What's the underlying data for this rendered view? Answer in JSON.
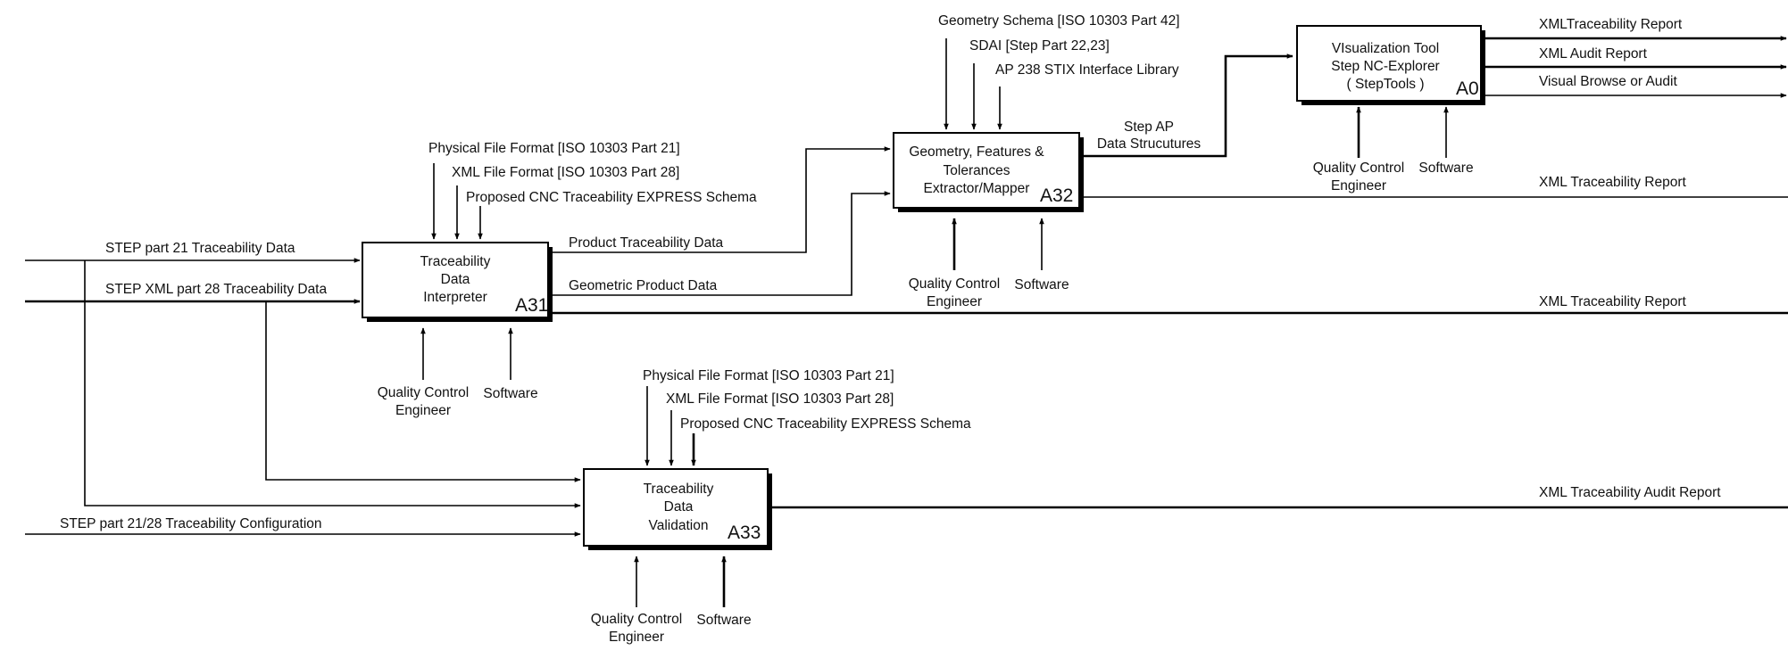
{
  "boxes": {
    "a31": {
      "lines": [
        "Traceability",
        "Data",
        "Interpreter"
      ],
      "code": "A31"
    },
    "a32": {
      "lines": [
        "Geometry, Features &",
        "Tolerances",
        "Extractor/Mapper"
      ],
      "code": "A32"
    },
    "a0": {
      "lines": [
        "VIsualization Tool",
        "Step NC-Explorer",
        "( StepTools )"
      ],
      "code": "A0"
    },
    "a33": {
      "lines": [
        "Traceability",
        "Data",
        "Validation"
      ],
      "code": "A33"
    }
  },
  "inputs": {
    "step21": "STEP  part 21 Traceability Data",
    "stepxml28": "STEP XML part 28 Traceability Data",
    "config": "STEP part 21/28 Traceability Configuration"
  },
  "controls_a31": [
    "Physical File Format [ISO 10303 Part 21]",
    "XML File Format [ISO 10303 Part 28]",
    "Proposed CNC Traceability EXPRESS Schema"
  ],
  "controls_a32": [
    "Geometry Schema [ISO 10303 Part 42]",
    "SDAI [Step Part 22,23]",
    "AP 238 STIX Interface Library"
  ],
  "controls_a33": [
    "Physical File Format [ISO 10303 Part 21]",
    "XML File Format [ISO 10303 Part 28]",
    "Proposed CNC Traceability EXPRESS Schema"
  ],
  "mechanisms": {
    "qce_line1": "Quality Control",
    "qce_line2": "Engineer",
    "software": "Software"
  },
  "flows": {
    "product_traceability": "Product Traceability Data",
    "geometric_product": "Geometric Product Data",
    "step_ap_line1": "Step AP",
    "step_ap_line2": "Data Strucutures"
  },
  "outputs": {
    "a0_1": "XMLTraceability Report",
    "a0_2": "XML Audit Report",
    "a0_3": "Visual Browse or Audit",
    "a32": "XML Traceability Report",
    "a31": "XML Traceability Report",
    "a33": "XML Traceability Audit Report"
  }
}
